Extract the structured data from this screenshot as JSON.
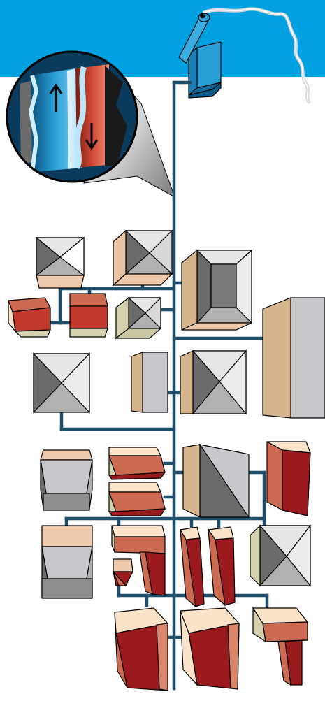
{
  "colors": {
    "sky": "#00a1e1",
    "pipe": "#1f4e6b",
    "cold_blue": "#2aa0d8",
    "hot_red": "#c23a2a",
    "dark_red": "#9b1a1e",
    "salmon": "#cc6a52",
    "peach": "#efc9ab",
    "tan": "#d6b48d",
    "cream": "#fbe3c9",
    "olive_side": "#d4d2ad",
    "grey_light": "#e6e6e6",
    "grey_mid": "#b0b0b0",
    "grey_dark": "#6b6b6b",
    "white": "#ffffff"
  },
  "diagram": {
    "components": [
      "boiler-chimney",
      "magnifier-heat-exchanger",
      "up-arrow-icon",
      "down-arrow-icon",
      "distribution-pipe-network",
      "building-blocks"
    ]
  }
}
